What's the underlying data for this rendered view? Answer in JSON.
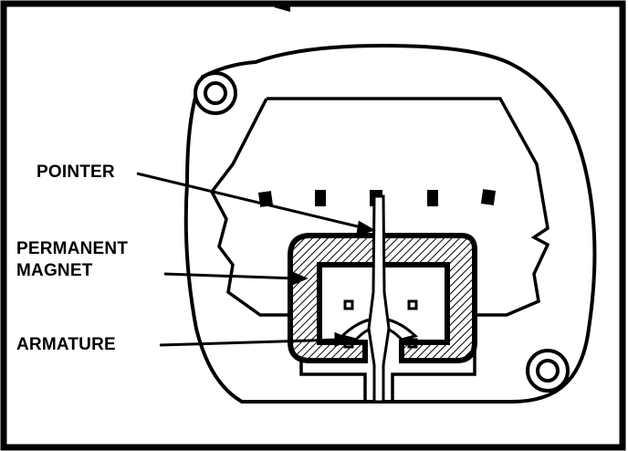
{
  "labels": {
    "pointer": "POINTER",
    "permanent_magnet_line1": "PERMANENT",
    "permanent_magnet_line2": "MAGNET",
    "armature": "ARMATURE"
  },
  "colors": {
    "ink": "#000000",
    "paper": "#ffffff"
  }
}
